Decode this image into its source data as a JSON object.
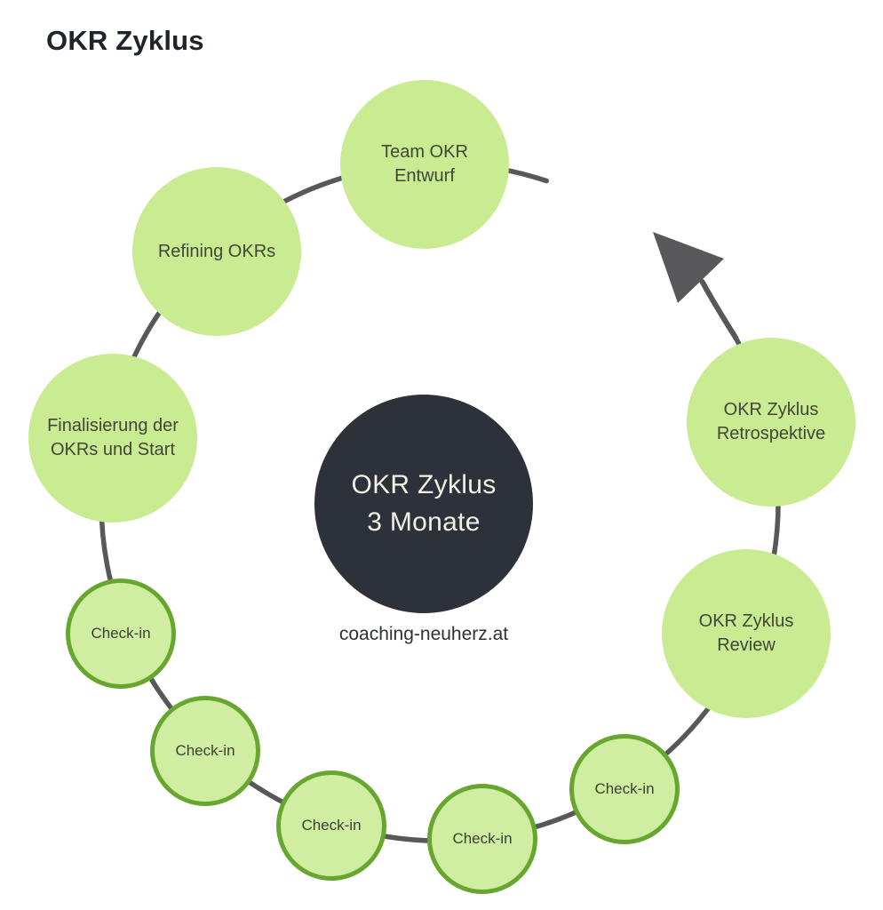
{
  "title": "OKR Zyklus",
  "center": {
    "label": "OKR Zyklus\n3 Monate"
  },
  "footer": {
    "website": "coaching-neuherz.at"
  },
  "cycle": {
    "direction": "counterclockwise",
    "duration_label": "3 Monate",
    "nodes": [
      {
        "id": "team-okr-entwurf",
        "label": "Team OKR\nEntwurf",
        "type": "stage"
      },
      {
        "id": "refining-okrs",
        "label": "Refining OKRs",
        "type": "stage"
      },
      {
        "id": "finalisierung-der-okrs-start",
        "label": "Finalisierung der\nOKRs und Start",
        "type": "stage"
      },
      {
        "id": "check-in-1",
        "label": "Check-in",
        "type": "checkin"
      },
      {
        "id": "check-in-2",
        "label": "Check-in",
        "type": "checkin"
      },
      {
        "id": "check-in-3",
        "label": "Check-in",
        "type": "checkin"
      },
      {
        "id": "check-in-4",
        "label": "Check-in",
        "type": "checkin"
      },
      {
        "id": "check-in-5",
        "label": "Check-in",
        "type": "checkin"
      },
      {
        "id": "okr-zyklus-review",
        "label": "OKR Zyklus\nReview",
        "type": "stage"
      },
      {
        "id": "okr-zyklus-retrospektive",
        "label": "OKR Zyklus\nRetrospektive",
        "type": "stage"
      }
    ]
  },
  "colors": {
    "stage_fill": "#c9ec92",
    "checkin_fill": "#d0eea1",
    "checkin_border": "#67a72f",
    "ring": "#58585b",
    "arrow": "#58585b",
    "hub_fill": "#2d323a",
    "hub_text": "#f3f0e5",
    "node_text": "#414636",
    "title_text": "#20242b",
    "background": "#ffffff"
  }
}
